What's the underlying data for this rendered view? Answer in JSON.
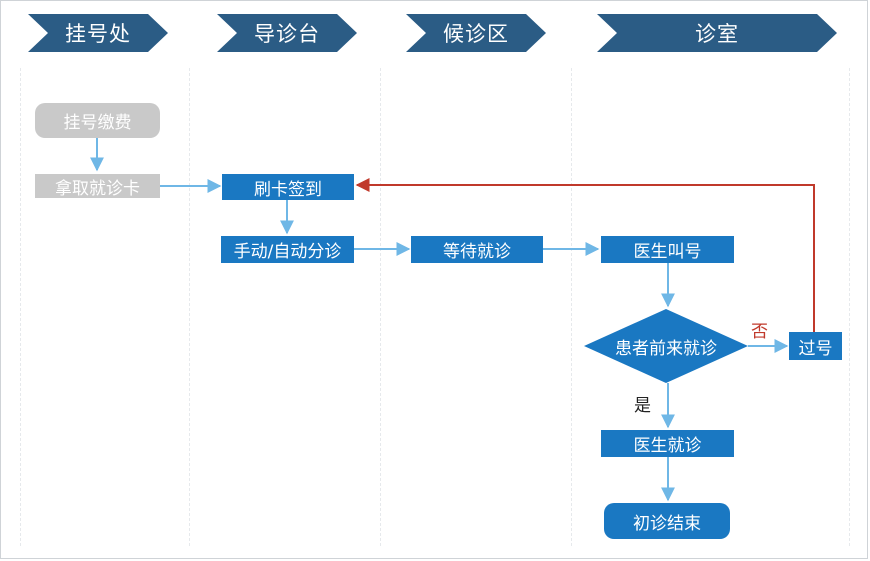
{
  "lanes": {
    "registration": "挂号处",
    "guide_desk": "导诊台",
    "waiting_area": "候诊区",
    "consulting_room": "诊室"
  },
  "nodes": {
    "pay_registration": "挂号缴费",
    "get_card": "拿取就诊卡",
    "swipe_checkin": "刷卡签到",
    "triage": "手动/自动分诊",
    "wait": "等待就诊",
    "doctor_call": "医生叫号",
    "patient_arrives": "患者前来就诊",
    "skip": "过号",
    "doctor_consult": "医生就诊",
    "first_visit_end": "初诊结束"
  },
  "edge_labels": {
    "no": "否",
    "yes": "是"
  },
  "colors": {
    "header": "#2b5c85",
    "process_blue": "#1a78c2",
    "process_gray": "#c9c9c9",
    "arrow_blue": "#6fb7e6",
    "arrow_red": "#c0392b",
    "label_red": "#c0392b"
  }
}
